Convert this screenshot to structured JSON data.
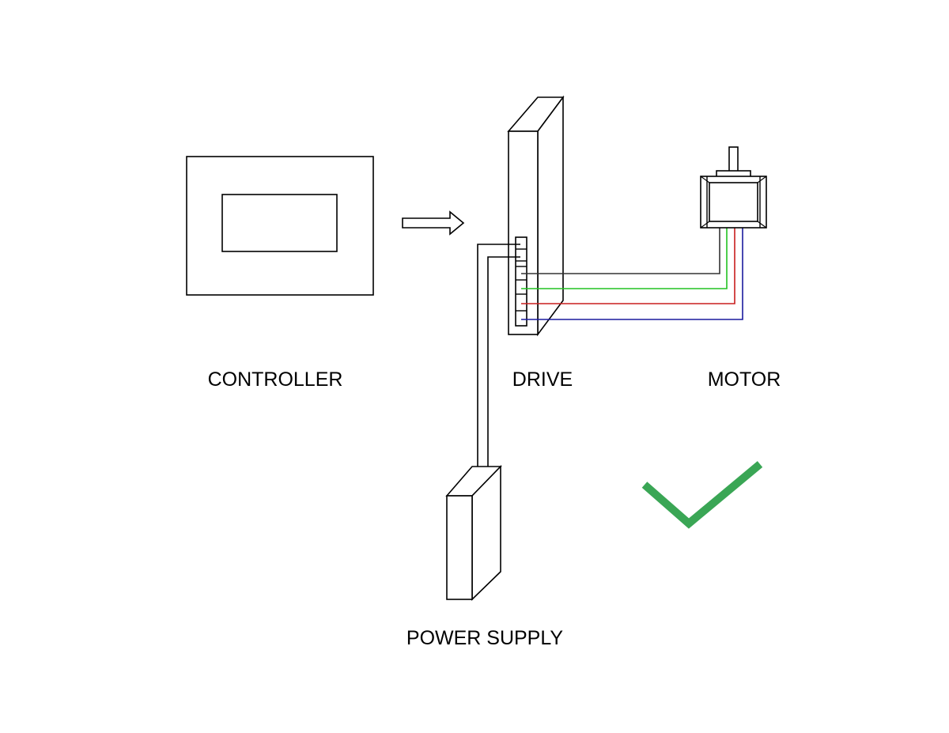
{
  "labels": {
    "controller": "CONTROLLER",
    "drive": "DRIVE",
    "motor": "MOTOR",
    "power_supply": "POWER SUPPLY"
  },
  "colors": {
    "line": "#000000",
    "wire_black": "#333333",
    "wire_green": "#22c222",
    "wire_red": "#c81e1e",
    "wire_blue": "#1a1a9e",
    "check": "#3aa655"
  },
  "icons": {
    "arrow": "right-arrow-icon",
    "check": "checkmark-icon"
  }
}
